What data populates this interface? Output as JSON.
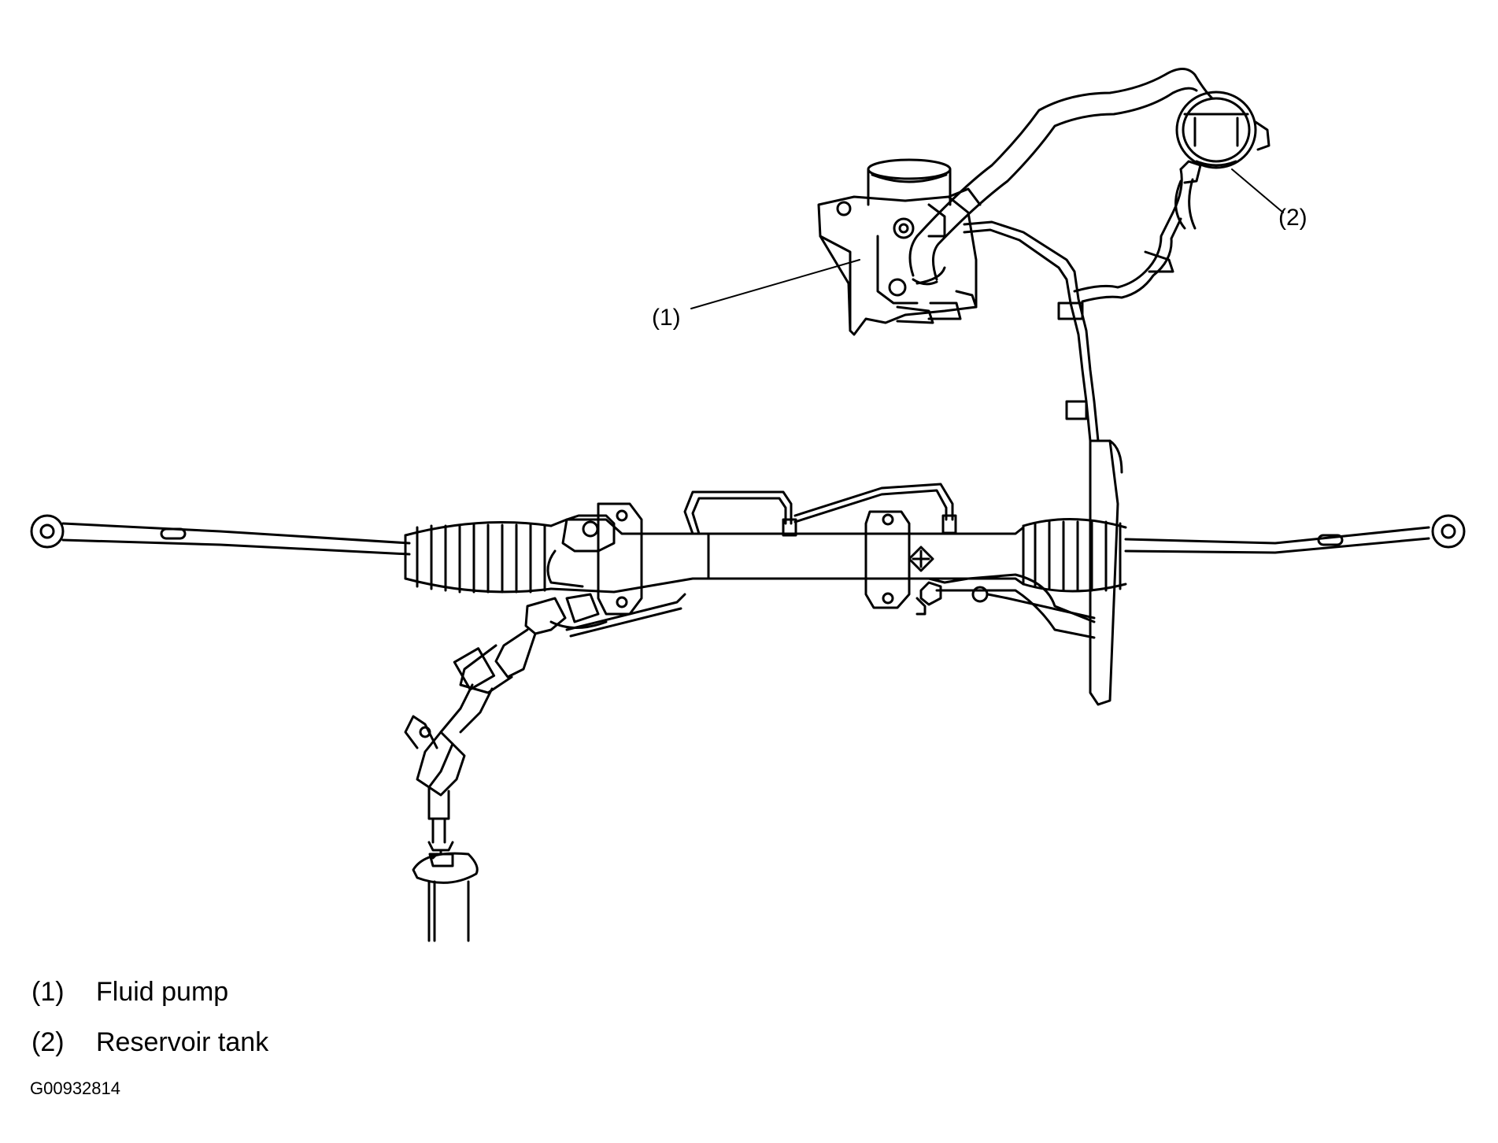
{
  "callouts": [
    {
      "label": "(1)"
    },
    {
      "label": "(2)"
    }
  ],
  "legend": [
    {
      "number": "(1)",
      "text": "Fluid pump"
    },
    {
      "number": "(2)",
      "text": "Reservoir tank"
    }
  ],
  "figure_id": "G00932814",
  "icons": [
    "fluid-pump-icon",
    "reservoir-tank-icon",
    "steering-rack-icon",
    "steering-column-icon"
  ]
}
